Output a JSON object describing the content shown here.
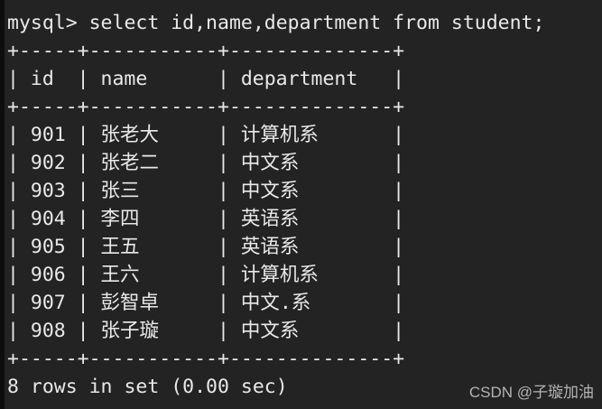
{
  "terminal": {
    "command_line": "mysql> select id,name,department from student;",
    "status_line": "8 rows in set (0.00 sec)"
  },
  "glyphs": {
    "pipe": "|"
  },
  "table": {
    "border": "+-----+-----------+--------------+",
    "headers": [
      "id",
      "name",
      "department"
    ],
    "rows": [
      {
        "id": "901",
        "name": "张老大",
        "department": "计算机系"
      },
      {
        "id": "902",
        "name": "张老二",
        "department": "中文系"
      },
      {
        "id": "903",
        "name": "张三",
        "department": "中文系"
      },
      {
        "id": "904",
        "name": "李四",
        "department": "英语系"
      },
      {
        "id": "905",
        "name": "王五",
        "department": "英语系"
      },
      {
        "id": "906",
        "name": "王六",
        "department": "计算机系"
      },
      {
        "id": "907",
        "name": "彭智卓",
        "department": "中文.系"
      },
      {
        "id": "908",
        "name": "张子璇",
        "department": "中文系"
      }
    ]
  },
  "watermark": {
    "text": "CSDN @子璇加油"
  },
  "colors": {
    "background": "#232323",
    "edge": "#0d0d0d",
    "text": "#e9e9e9",
    "watermark": "#b4b4b4"
  }
}
